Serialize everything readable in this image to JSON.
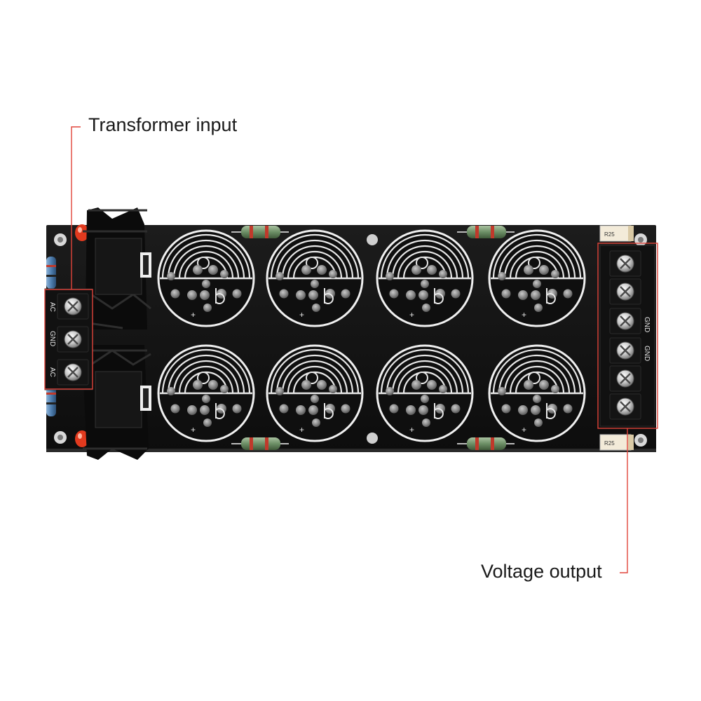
{
  "callouts": {
    "transformer_input": "Transformer input",
    "voltage_output": "Voltage output"
  },
  "board": {
    "input_terminal_labels": [
      "AC",
      "GND",
      "AC"
    ],
    "output_terminal_labels": [
      "GND",
      "GND"
    ],
    "resistor_marking": "R25",
    "capacitor_polarity_mark": "+",
    "capacitor_count": 8,
    "output_screw_count": 6,
    "input_screw_count": 3
  },
  "colors": {
    "board": "#121212",
    "silkscreen": "#eeeeee",
    "pad": "#8c8c8c",
    "callout_line": "#e0443a",
    "heatsink": "#0c0c0c",
    "led": "#e23a1e",
    "resistor_body": "#7a9a72"
  }
}
